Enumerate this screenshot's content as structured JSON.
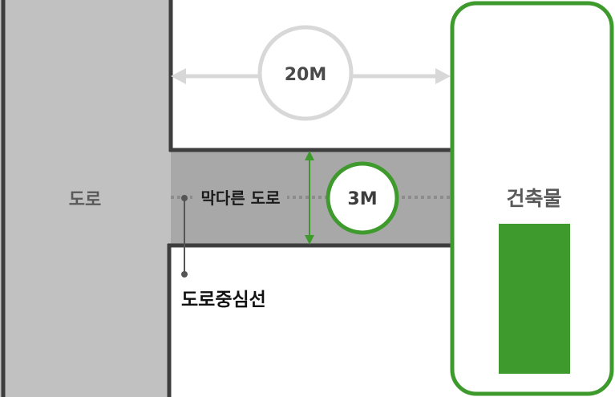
{
  "main_road": {
    "label": "도로"
  },
  "dead_end_road": {
    "label": "막다른 도로",
    "width_label": "3M"
  },
  "distance": {
    "label": "20M"
  },
  "centerline": {
    "label": "도로중심선"
  },
  "building": {
    "label": "건축물"
  },
  "colors": {
    "road_fill": "#c1c1c1",
    "dead_end_fill": "#a8a8a8",
    "edge_line": "#3d3d3d",
    "green": "#3e9a2c",
    "light_gray": "#d8d8d8",
    "label_gray": "#595959"
  }
}
